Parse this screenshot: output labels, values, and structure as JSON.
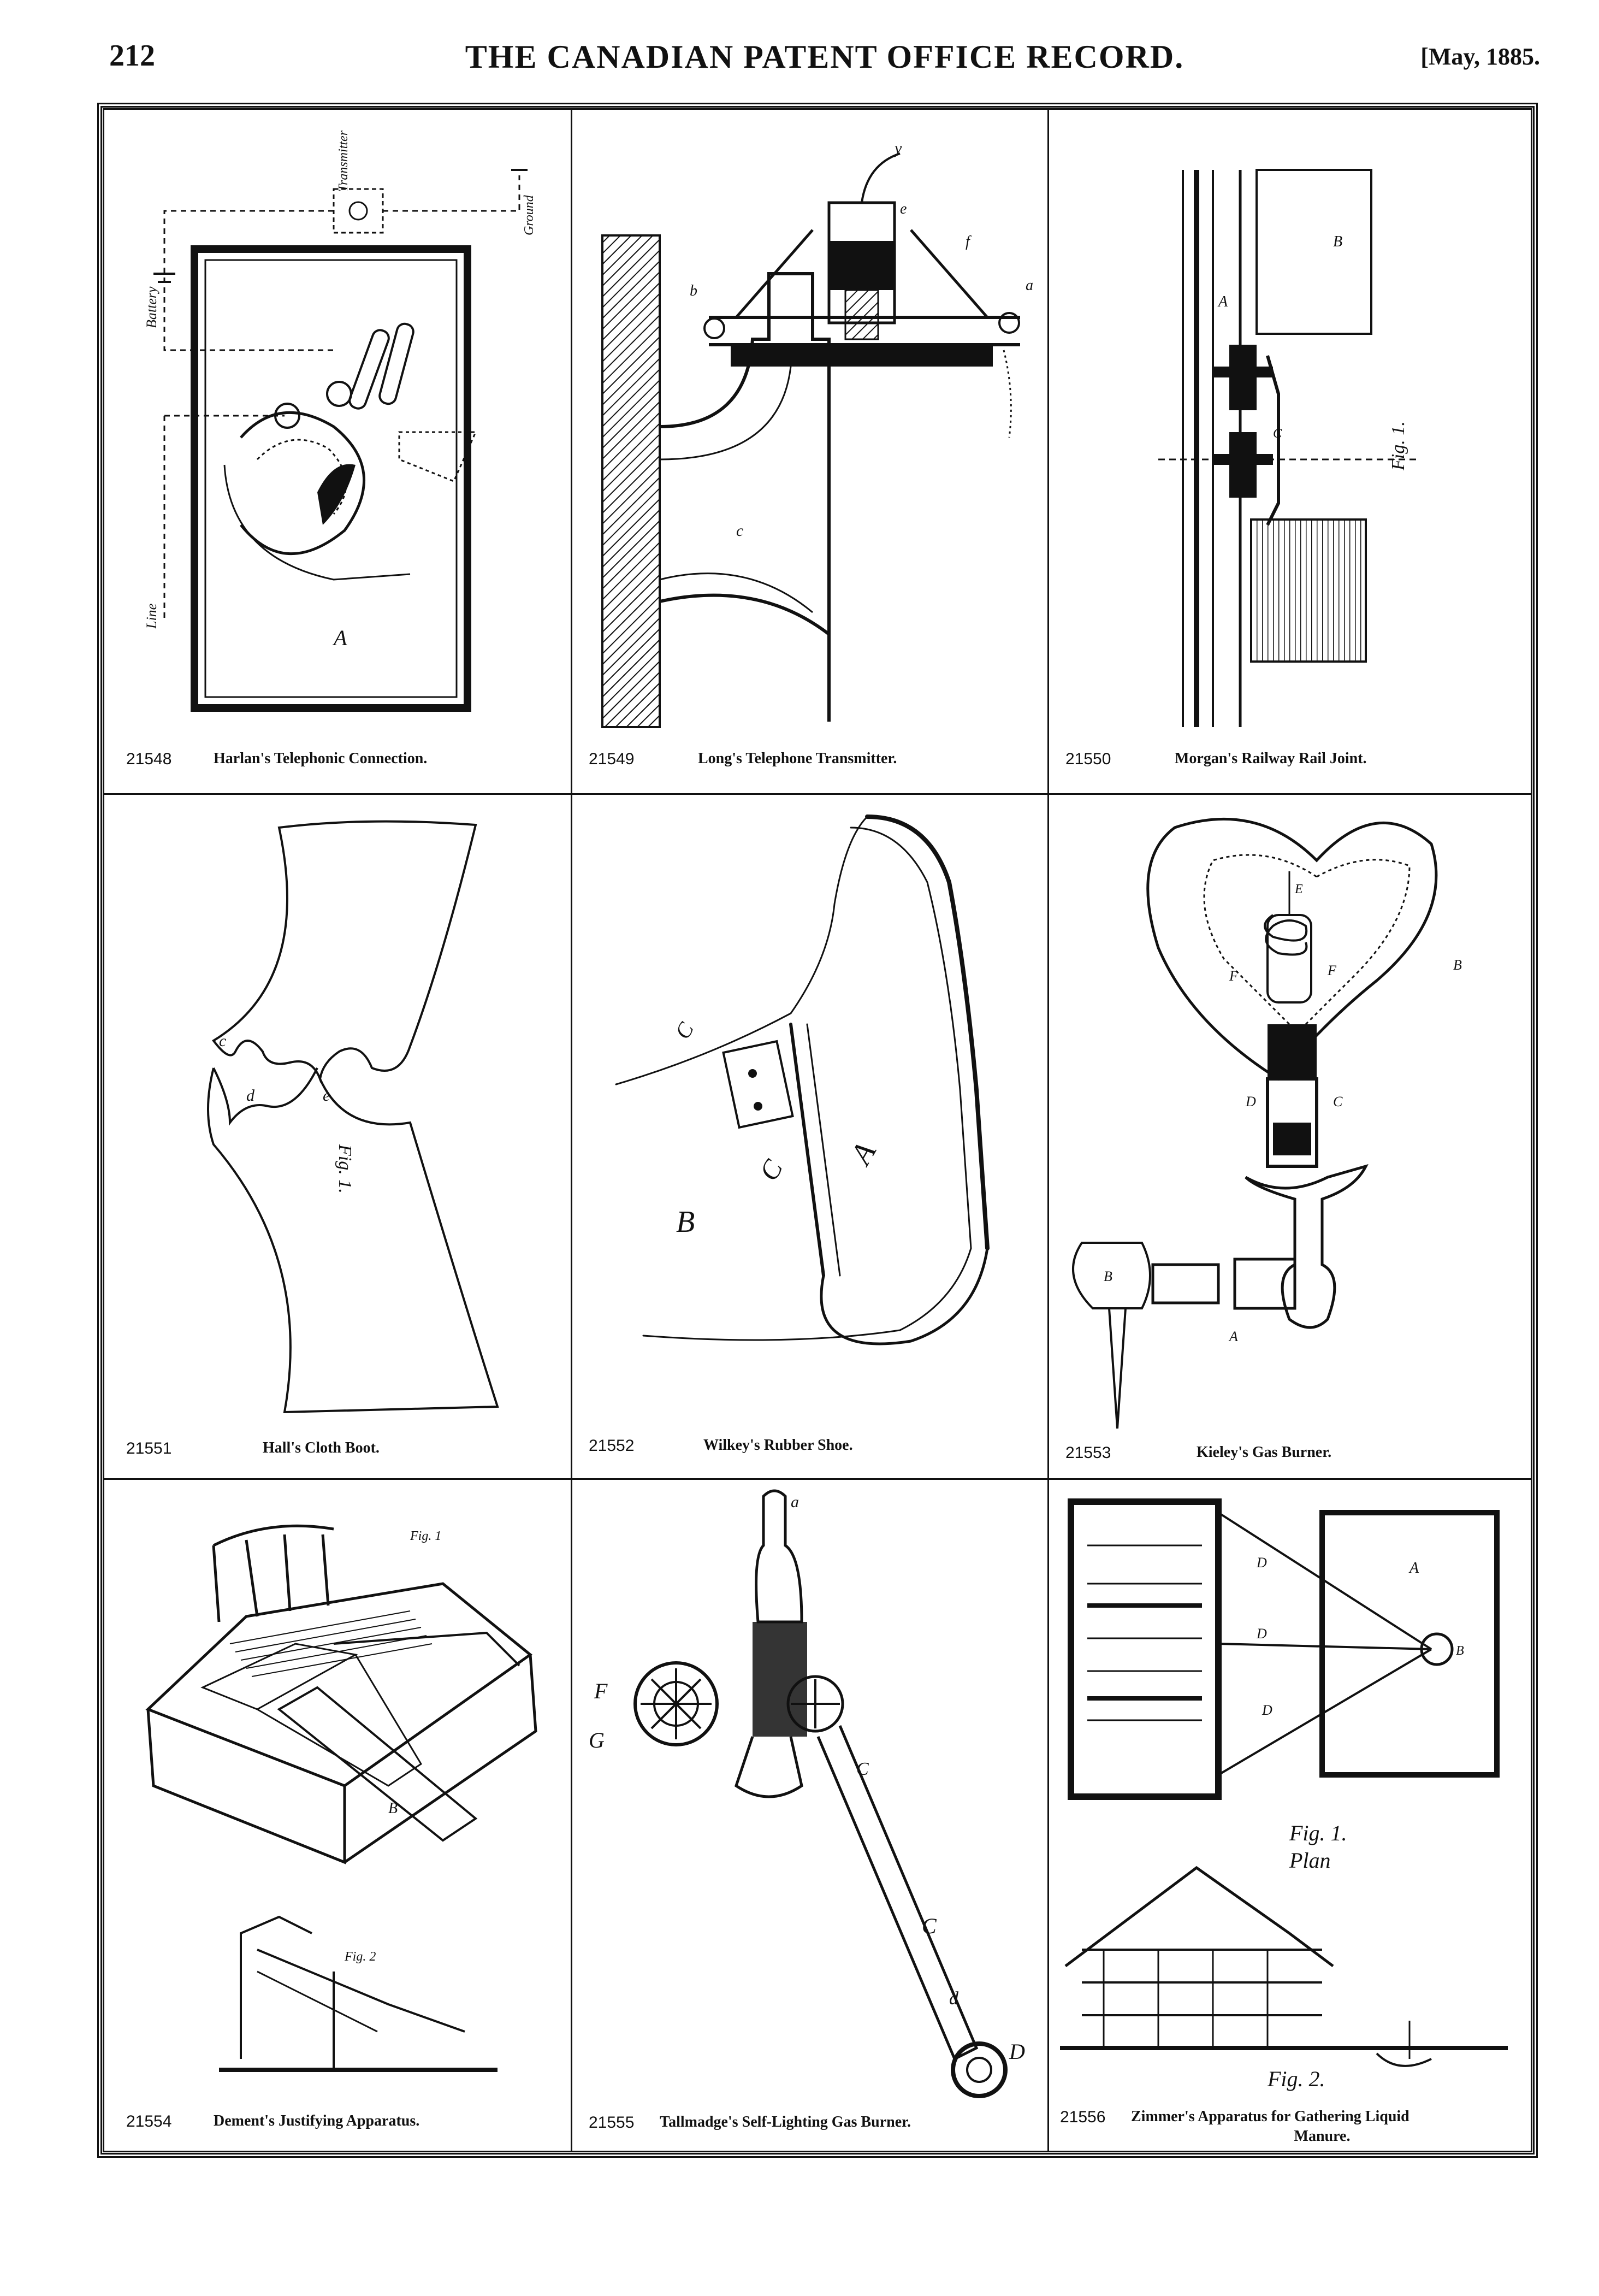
{
  "header": {
    "page_number": "212",
    "title": "THE CANADIAN PATENT OFFICE RECORD.",
    "date": "[May, 1885."
  },
  "patents": [
    {
      "number": "21548",
      "caption": "Harlan's Telephonic Connection."
    },
    {
      "number": "21549",
      "caption": "Long's Telephone Transmitter."
    },
    {
      "number": "21550",
      "caption": "Morgan's Railway Rail Joint."
    },
    {
      "number": "21551",
      "caption": "Hall's Cloth Boot."
    },
    {
      "number": "21552",
      "caption": "Wilkey's Rubber Shoe."
    },
    {
      "number": "21553",
      "caption": "Kieley's Gas Burner."
    },
    {
      "number": "21554",
      "caption": "Dement's Justifying Apparatus."
    },
    {
      "number": "21555",
      "caption": "Tallmadge's Self-Lighting Gas Burner."
    },
    {
      "number": "21556",
      "caption": "Zimmer's Apparatus for Gathering Liquid",
      "caption_line2": "Manure."
    }
  ],
  "figure_labels": {
    "harlan": [
      "Battery",
      "Transmitter",
      "Ground",
      "Line",
      "A"
    ],
    "long": [
      "y",
      "e",
      "f",
      "a",
      "b",
      "c"
    ],
    "morgan": [
      "Fig. 1.",
      "A",
      "B",
      "C"
    ],
    "hall": [
      "Fig. 1.",
      "c",
      "d",
      "e"
    ],
    "wilkey": [
      "B",
      "C",
      "A",
      "C"
    ],
    "kieley": [
      "E",
      "F",
      "F",
      "D",
      "C",
      "B",
      "A"
    ],
    "dement": [
      "Fig. 1",
      "Fig. 2",
      "B"
    ],
    "tallmadge": [
      "a",
      "F",
      "G",
      "C",
      "C",
      "d",
      "D"
    ],
    "zimmer": [
      "A",
      "D",
      "D",
      "D",
      "B",
      "Fig. 1.",
      "Plan",
      "Fig. 2."
    ]
  }
}
